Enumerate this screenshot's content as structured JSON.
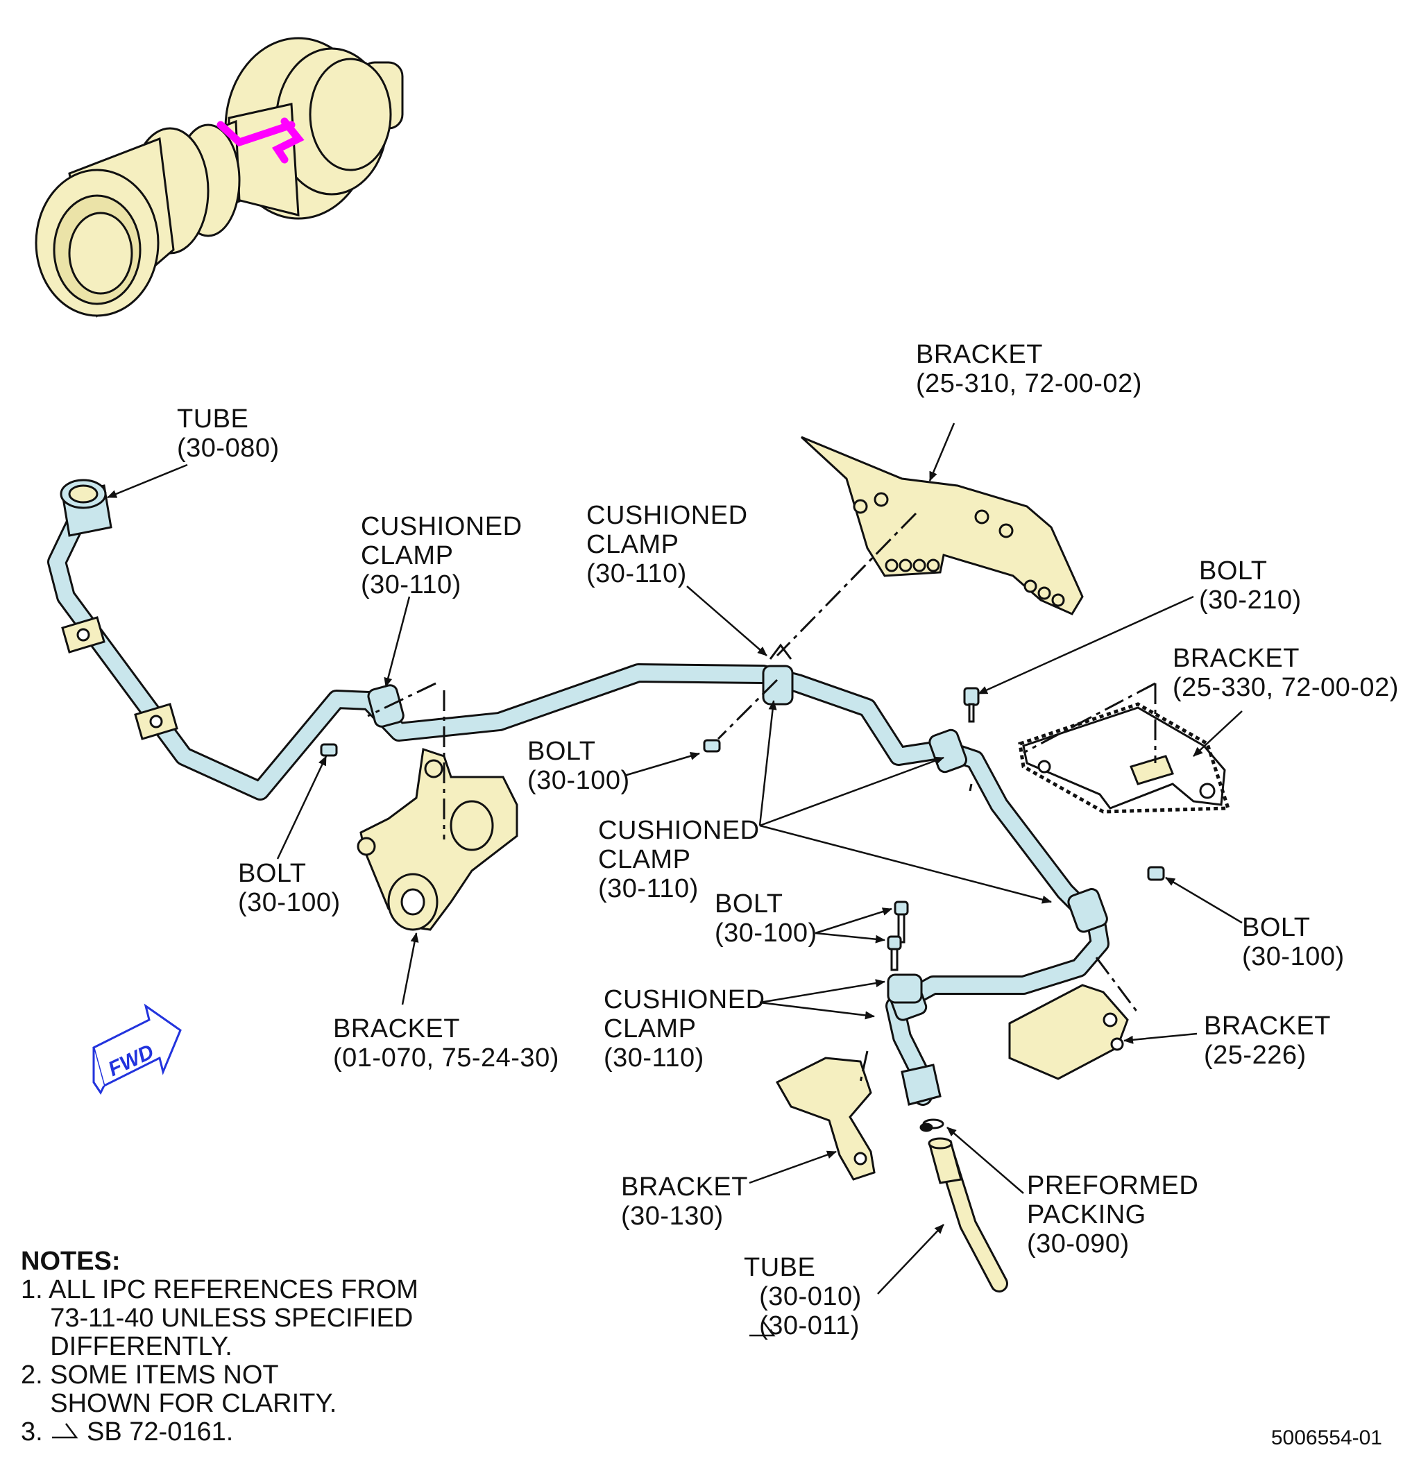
{
  "callouts": {
    "tube_top": {
      "name": "TUBE",
      "ref": "(30-080)"
    },
    "clamp_a": {
      "name": "CUSHIONED\nCLAMP",
      "ref": "(30-110)"
    },
    "clamp_b": {
      "name": "CUSHIONED\nCLAMP",
      "ref": "(30-110)"
    },
    "bracket_top": {
      "name": "BRACKET",
      "ref": "(25-310, 72-00-02)"
    },
    "bolt_210": {
      "name": "BOLT",
      "ref": "(30-210)"
    },
    "bracket_330": {
      "name": "BRACKET",
      "ref": "(25-330, 72-00-02)"
    },
    "bolt_mid": {
      "name": "BOLT",
      "ref": "(30-100)"
    },
    "bolt_left": {
      "name": "BOLT",
      "ref": "(30-100)"
    },
    "clamp_c": {
      "name": "CUSHIONED\nCLAMP",
      "ref": "(30-110)"
    },
    "bolt_pair": {
      "name": "BOLT",
      "ref": "(30-100)"
    },
    "bolt_right": {
      "name": "BOLT",
      "ref": "(30-100)"
    },
    "bracket_0170": {
      "name": "BRACKET",
      "ref": "(01-070, 75-24-30)"
    },
    "clamp_d": {
      "name": "CUSHIONED\nCLAMP",
      "ref": "(30-110)"
    },
    "bracket_226": {
      "name": "BRACKET",
      "ref": "(25-226)"
    },
    "bracket_130": {
      "name": "BRACKET",
      "ref": "(30-130)"
    },
    "packing": {
      "name": "PREFORMED\nPACKING",
      "ref": "(30-090)"
    },
    "tube_bottom": {
      "name": "TUBE",
      "ref": "(30-010)",
      "ref_alt": "(30-011)"
    }
  },
  "fwd_label": "FWD",
  "notes": {
    "heading": "NOTES:",
    "items": [
      "1. ALL IPC REFERENCES FROM\n    73-11-40 UNLESS SPECIFIED\n    DIFFERENTLY.",
      "2. SOME ITEMS NOT\n    SHOWN FOR CLARITY.",
      "3.      SB 72-0161."
    ]
  },
  "figure_number": "5006554-01",
  "colors": {
    "tube": "#c9e6ec",
    "part": "#f5efc0",
    "outline": "#111111",
    "highlight": "#ff00ff",
    "fwd_arrow": "#2233dd"
  }
}
